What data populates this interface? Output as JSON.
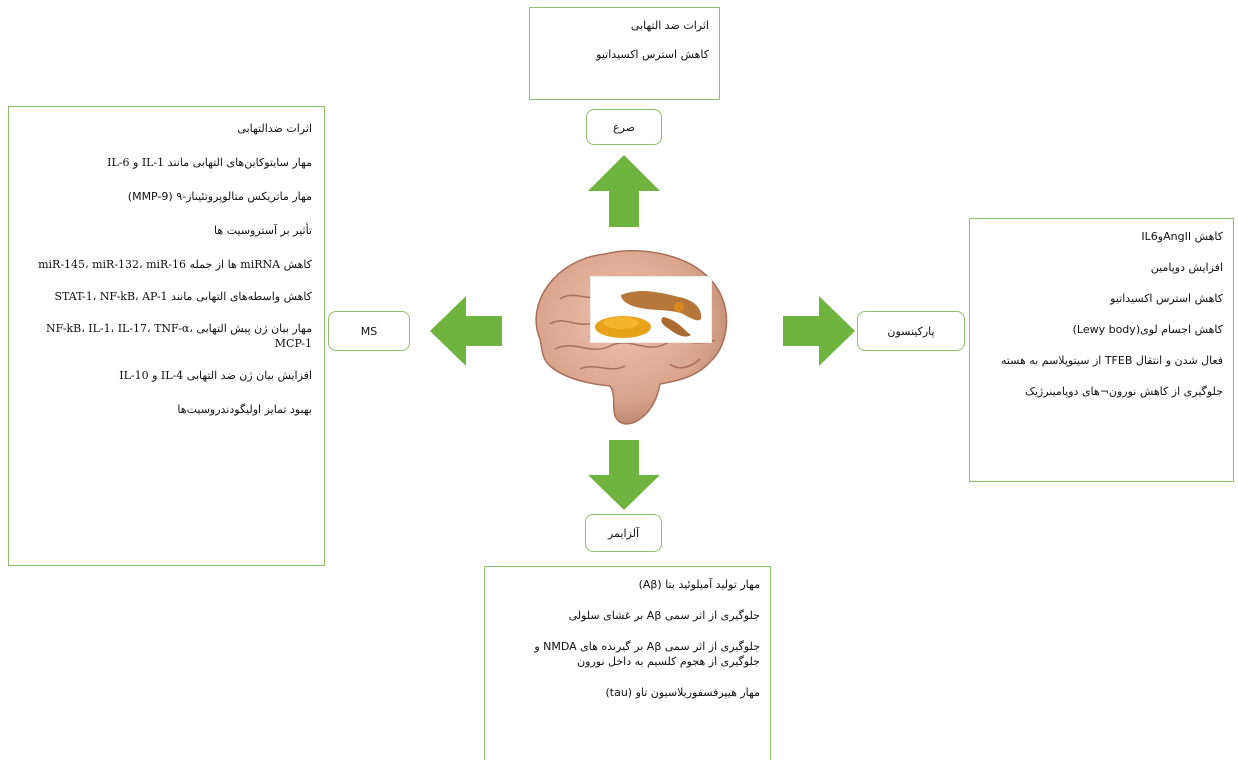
{
  "top": {
    "label": "صرع",
    "items": [
      "اثرات ضد التهابی",
      "کاهش استرس اکسیداتیو"
    ]
  },
  "left": {
    "label": "MS",
    "items": [
      "اثرات ضدالتهابی",
      "مهار سایتوکاین‌های التهابی مانند IL-1 و IL-6",
      "مهار ماتریکس متالوپروتئیناز-۹ (MMP-9)",
      "تأثیر بر آستروسیت ها",
      "کاهش miRNA ها از جمله miR-145، miR-132، miR-16",
      "کاهش واسطه‌های التهابی مانند STAT-1، NF-kB، AP-1",
      "مهار بیان ژن پیش التهابی NF-kB، IL-1، IL-17، TNF-α، MCP-1",
      "افزایش بیان ژن ضد التهابی IL-4 و IL-10",
      "بهبود تمایز اولیگودندروسیت‌ها"
    ]
  },
  "right": {
    "label": "پارکینسون",
    "items": [
      "کاهش AngIIوIL6",
      "افزایش دوپامین",
      "کاهش استرس اکسیداتیو",
      "کاهش اجسام لوی(Lewy body)",
      "فعال شدن و انتقال TFEB از سیتوپلاسم به هسته",
      "جلوگیری از کاهش نورون¬های دوپامینرژیک"
    ]
  },
  "bottom": {
    "label": "آلزایمر",
    "items": [
      "مهار تولید آمیلوئید بتا (Aβ)",
      "جلوگیری از اثر سمی Aβ بر غشای سلولی",
      "جلوگیری از اثر سمی Aβ بر گیرنده های NMDA و جلوگیری از هجوم کلسیم به داخل نورون",
      "مهار هیپرفسفوریلاسیون تاو (tau)"
    ]
  },
  "colors": {
    "arrow": "#6fb43f",
    "border": "#8fbf6a",
    "brain": "#d9a48c",
    "turmeric": "#e8a21a"
  }
}
